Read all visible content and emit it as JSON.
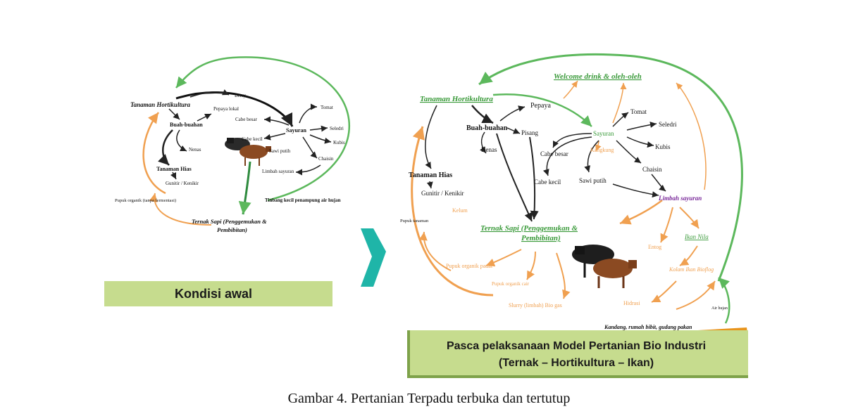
{
  "caption": "Gambar 4. Pertanian Terpadu terbuka dan tertutup",
  "colors": {
    "green_arrow": "#5cb85c",
    "orange_arrow": "#f0a050",
    "panel_label_bg": "#c6dc8e",
    "big_arrow": "#1fb5a8",
    "bottom_bar": "#e8941c"
  },
  "left": {
    "panel_label": "Kondisi awal",
    "nodes": {
      "tanaman_hortikultura": "Tanaman Hortikultura",
      "berry": "Berry",
      "pepaya_lokal": "Pepaya lokal",
      "tomat": "Tomat",
      "cabe_besar": "Cabe besar",
      "seledri": "Seledri",
      "buah_buahan": "Buah-buahan",
      "sayuran": "Sayuran",
      "cabe_kecil": "Cabe kecil",
      "kubis": "Kubis",
      "nenas": "Nenas",
      "sawi_putih": "Sawi putih",
      "chaisin": "Chaisin",
      "limbah_sayuran": "Limbah sayuran",
      "tanaman_hias": "Tanaman Hias",
      "gunitir": "Gunitir / Kenikir",
      "pupuk": "Pupuk organik (tanpa fermentasi)",
      "tinbang": "Tinbang kecil penampung air hujan",
      "ternak_1": "Ternak Sapi (Penggemukan &",
      "ternak_2": "Pembibitan)"
    }
  },
  "right": {
    "panel_label_1": "Pasca pelaksanaan Model Pertanian Bio Industri",
    "panel_label_2": "(Ternak – Hortikultura – Ikan)",
    "nodes": {
      "welcome": "Welcome drink & oleh-oleh",
      "tanaman_hortikultura": "Tanaman Hortikultura",
      "pepaya": "Pepaya",
      "tomat": "Tomat",
      "seledri": "Seledri",
      "buah_buahan": "Buah-buahan",
      "pisang": "Pisang",
      "sayuran": "Sayuran",
      "kubis": "Kubis",
      "nenas": "Nenas",
      "cabe_besar": "Cabe besar",
      "kangkung": "Kangkung",
      "chaisin": "Chaisin",
      "tanaman_hias": "Tanaman Hias",
      "cabe_kecil": "Cabe kecil",
      "sawi_putih": "Sawi putih",
      "limbah_sayuran": "Limbah sayuran",
      "gunitir": "Gunitir / Kenikir",
      "kelum": "Kelum",
      "pupuk_tanaman": "Pupuk tanaman",
      "ternak_1": "Ternak Sapi (Penggemukan &",
      "ternak_2": "Pembibitan)",
      "ikan_nila": "Ikan Nila",
      "entog": "Entog",
      "pupuk_padat": "Pupuk organik padat",
      "pupuk_cair": "Pupuk organik cair",
      "kolam": "Kolam Ikan Bioflog",
      "slurry": "Slurry (limbah) Bio gas",
      "hidrasi": "Hidrasi",
      "air_hujan": "Air hujan",
      "kandang": "Kandang, rumah bibit, gudang pakan"
    }
  }
}
